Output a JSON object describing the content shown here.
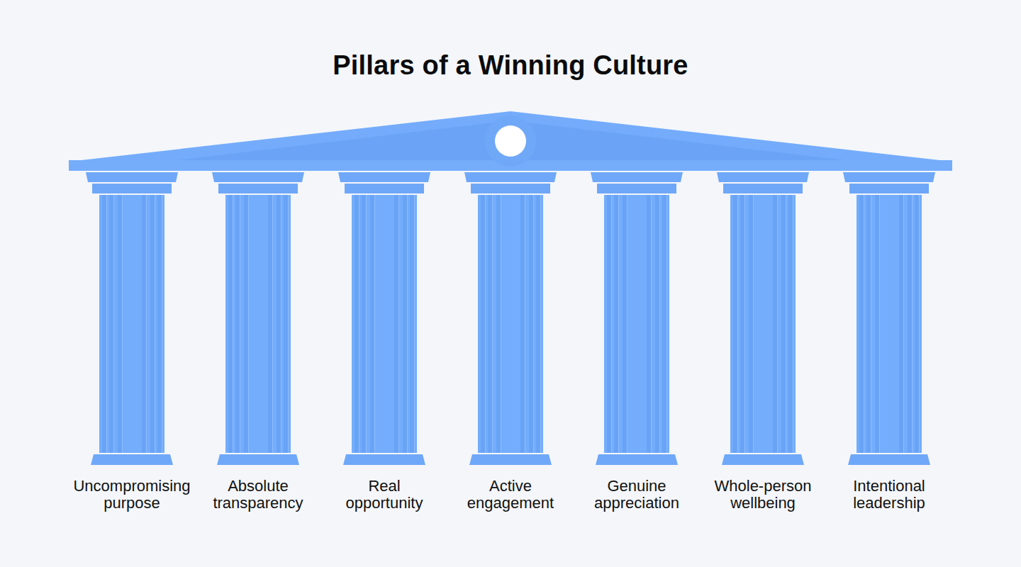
{
  "diagram": {
    "title": "Pillars of a Winning Culture",
    "nodes": [
      {
        "text": [
          "Uncompromising purpose"
        ]
      },
      {
        "text": [
          "Absolute transparency"
        ]
      },
      {
        "text": [
          "Real opportunity"
        ]
      },
      {
        "text": [
          "Active engagement"
        ]
      },
      {
        "text": [
          "Genuine appreciation"
        ]
      },
      {
        "text": [
          "Whole-person wellbeing"
        ]
      },
      {
        "text": [
          "Intentional leadership"
        ]
      }
    ]
  }
}
